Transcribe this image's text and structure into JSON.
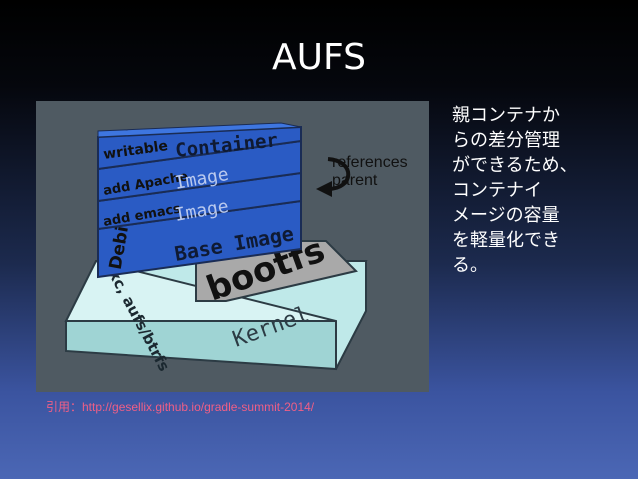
{
  "slide": {
    "title": "AUFS",
    "side_text": [
      "親コンテナか",
      "らの差分管理",
      "ができるため、",
      "コンテナイ",
      "メージの容量",
      "を軽量化でき",
      "る。"
    ],
    "citation": "引用：http://gesellix.github.io/gradle-summit-2014/"
  },
  "diagram": {
    "layers": [
      {
        "side_label": "writable",
        "face_label": "Container"
      },
      {
        "side_label": "add Apache",
        "face_label": "Image"
      },
      {
        "side_label": "add emacs",
        "face_label": "Image"
      },
      {
        "side_label": "Debian",
        "face_label": "Base Image"
      },
      {
        "face_label": "bootfs"
      },
      {
        "side_label": "lxc, aufs/btrfs",
        "face_label": "Kernel"
      }
    ],
    "references_label": [
      "references",
      "parent"
    ],
    "colors": {
      "layer_blue": "#2a5bc4",
      "layer_blue_light": "#3e76e0",
      "layer_blue_dark": "#1a3f96",
      "bootfs_gray": "#a9a9a9",
      "kernel_cyan": "#bfe9e9",
      "background": "#4f5a62"
    }
  }
}
